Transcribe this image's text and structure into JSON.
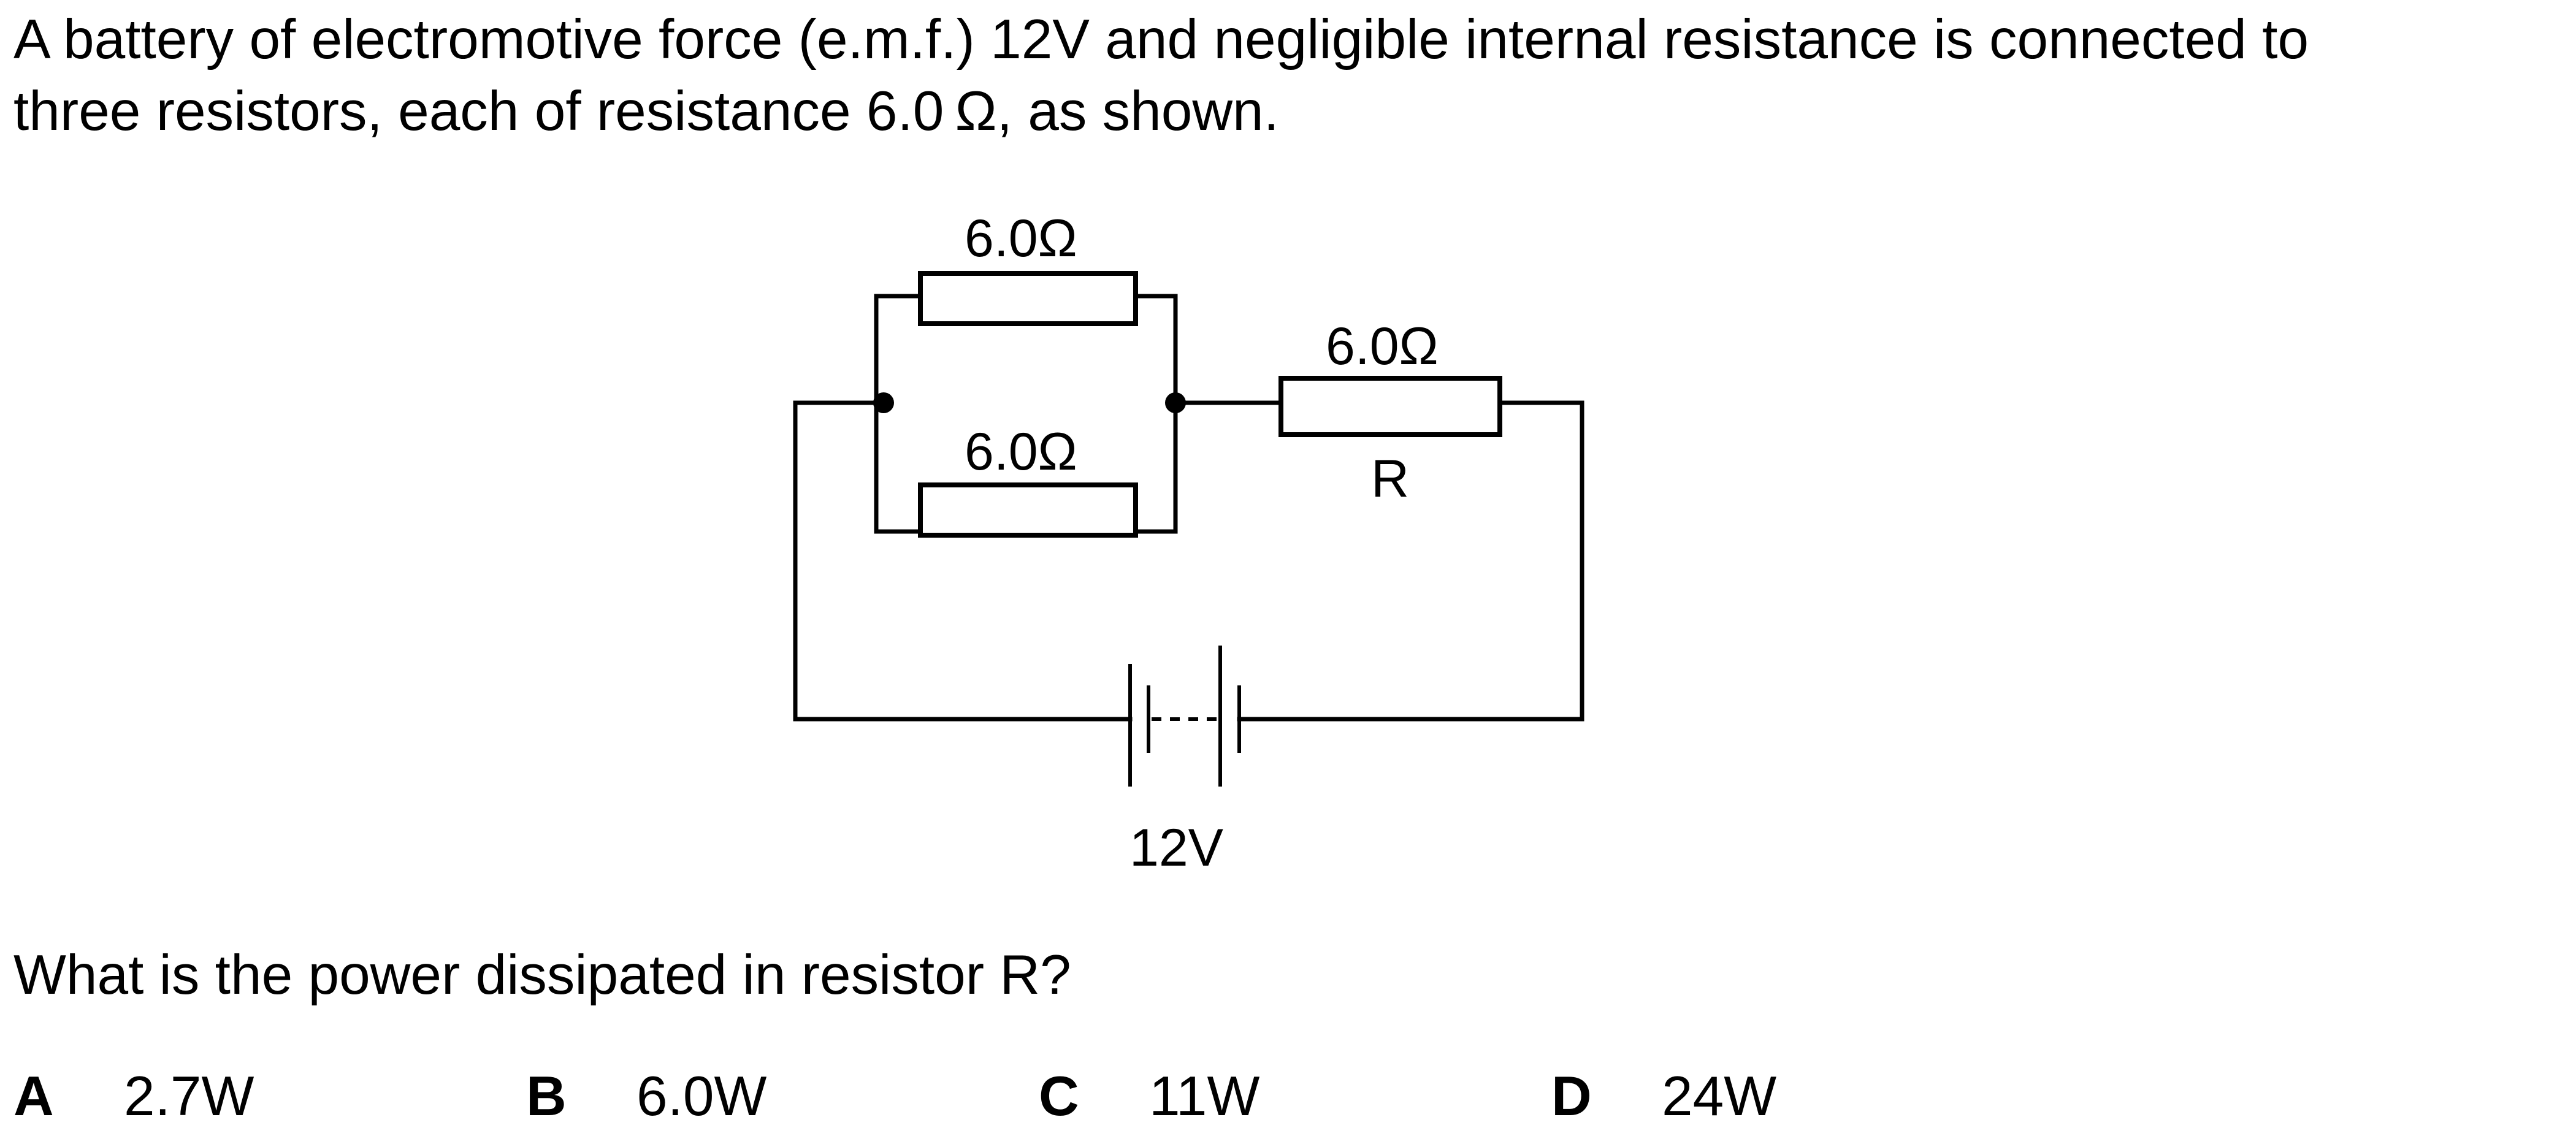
{
  "question": {
    "intro_line1": "A battery of electromotive force (e.m.f.) 12V and negligible internal resistance is connected to",
    "intro_line2": "three resistors, each of resistance 6.0 Ω, as shown.",
    "prompt": "What is the power dissipated in resistor R?"
  },
  "diagram": {
    "resistor_top_label": "6.0Ω",
    "resistor_middle_label": "6.0Ω",
    "resistor_series_label": "6.0Ω",
    "resistor_series_name": "R",
    "battery_label": "12V"
  },
  "options": [
    {
      "letter": "A",
      "text": "2.7W"
    },
    {
      "letter": "B",
      "text": "6.0W"
    },
    {
      "letter": "C",
      "text": "11W"
    },
    {
      "letter": "D",
      "text": "24W"
    }
  ]
}
